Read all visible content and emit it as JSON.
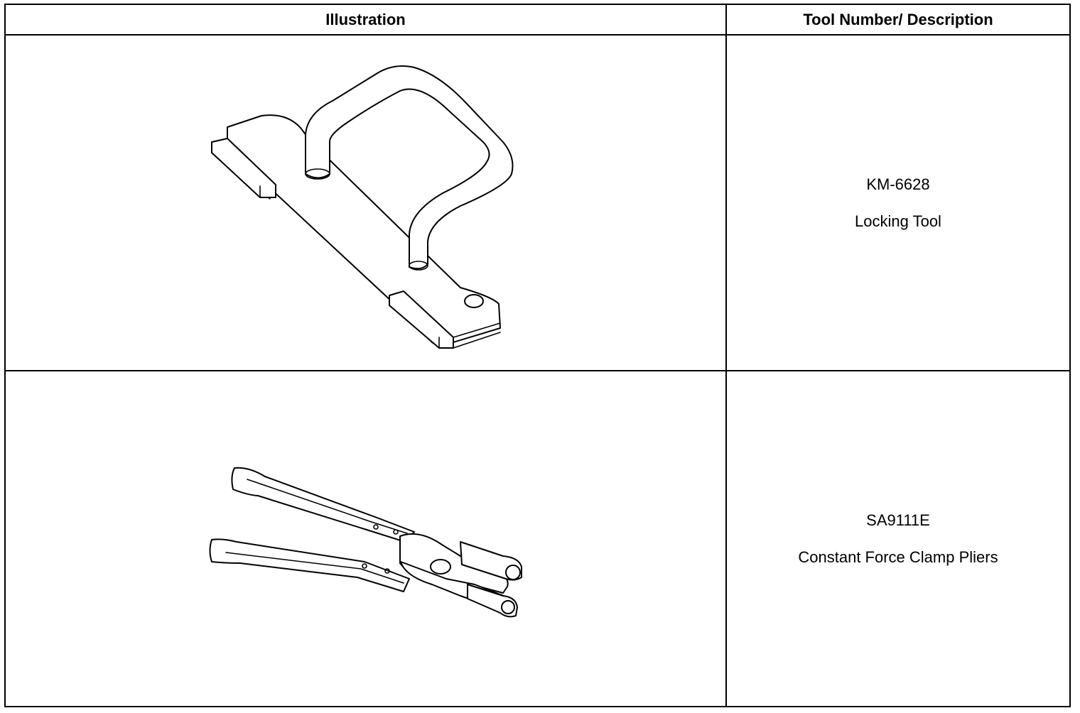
{
  "table": {
    "headers": {
      "illustration": "Illustration",
      "description": "Tool Number/ Description"
    },
    "rows": [
      {
        "tool_number": "KM-6628",
        "description": "Locking Tool"
      },
      {
        "tool_number": "SA9111E",
        "description": "Constant Force Clamp Pliers"
      }
    ]
  },
  "colors": {
    "border": "#000000",
    "background": "#ffffff"
  }
}
